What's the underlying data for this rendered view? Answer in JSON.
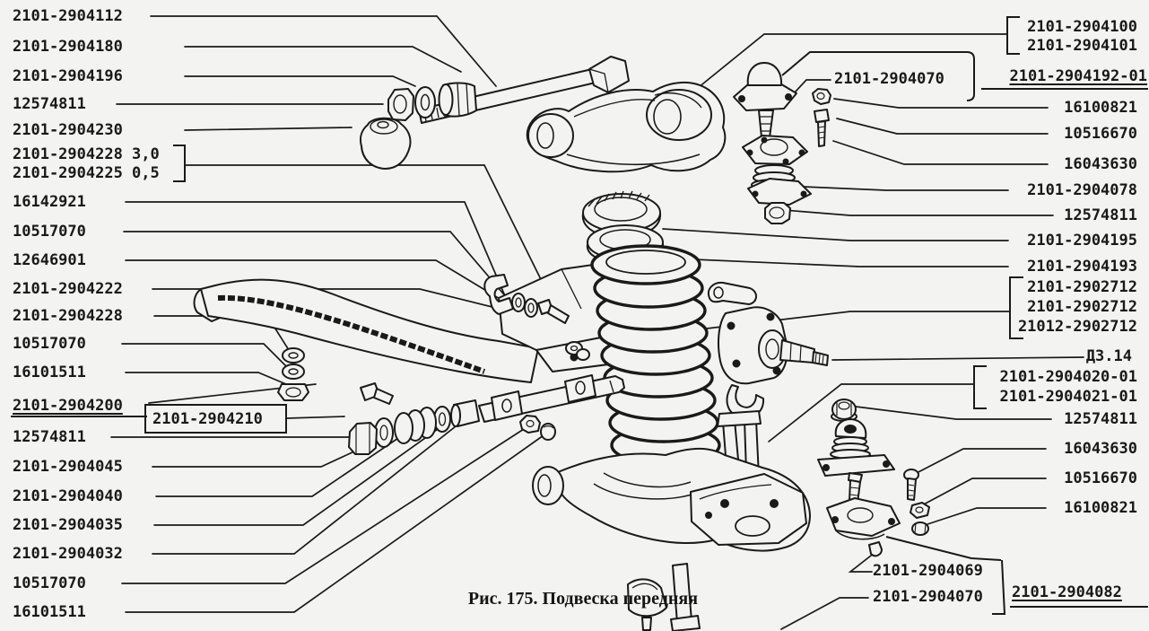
{
  "figure": {
    "caption": "Рис. 175. Подвеска передняя",
    "ink_color": "#1a1a1a",
    "paper_color": "#f3f3f1",
    "type": "exploded-parts-diagram",
    "subject": "front suspension"
  },
  "part_labels": {
    "left": [
      {
        "text": "2101-2904112"
      },
      {
        "text": "2101-2904180"
      },
      {
        "text": "2101-2904196"
      },
      {
        "text": "12574811"
      },
      {
        "text": "2101-2904230"
      },
      {
        "text": "2101-2904228 3,0"
      },
      {
        "text": "2101-2904225 0,5"
      },
      {
        "text": "16142921"
      },
      {
        "text": "10517070"
      },
      {
        "text": "12646901"
      },
      {
        "text": "2101-2904222"
      },
      {
        "text": "2101-2904228"
      },
      {
        "text": "10517070"
      },
      {
        "text": "16101511"
      },
      {
        "text": "2101-2904200",
        "underlined": true
      },
      {
        "text": "2101-2904210",
        "boxed": true
      },
      {
        "text": "12574811"
      },
      {
        "text": "2101-2904045"
      },
      {
        "text": "2101-2904040"
      },
      {
        "text": "2101-2904035"
      },
      {
        "text": "2101-2904032"
      },
      {
        "text": "10517070"
      },
      {
        "text": "16101511"
      }
    ],
    "right": [
      {
        "text": "2101-2904100"
      },
      {
        "text": "2101-2904101"
      },
      {
        "text": "2101-2904070",
        "boxed": true
      },
      {
        "text": "2101-2904192-01",
        "underlined": true
      },
      {
        "text": "16100821"
      },
      {
        "text": "10516670"
      },
      {
        "text": "16043630"
      },
      {
        "text": "2101-2904078"
      },
      {
        "text": "12574811"
      },
      {
        "text": "2101-2904195"
      },
      {
        "text": "2101-2904193"
      },
      {
        "text": "2101-2902712"
      },
      {
        "text": "2101-2902712"
      },
      {
        "text": "21012-2902712"
      },
      {
        "text": "Д3.14"
      },
      {
        "text": "2101-2904020-01"
      },
      {
        "text": "2101-2904021-01"
      },
      {
        "text": "12574811"
      },
      {
        "text": "16043630"
      },
      {
        "text": "10516670"
      },
      {
        "text": "16100821"
      },
      {
        "text": "2101-2904069"
      },
      {
        "text": "2101-2904070",
        "boxed": true
      },
      {
        "text": "2101-2904082",
        "underlined": true
      }
    ]
  }
}
